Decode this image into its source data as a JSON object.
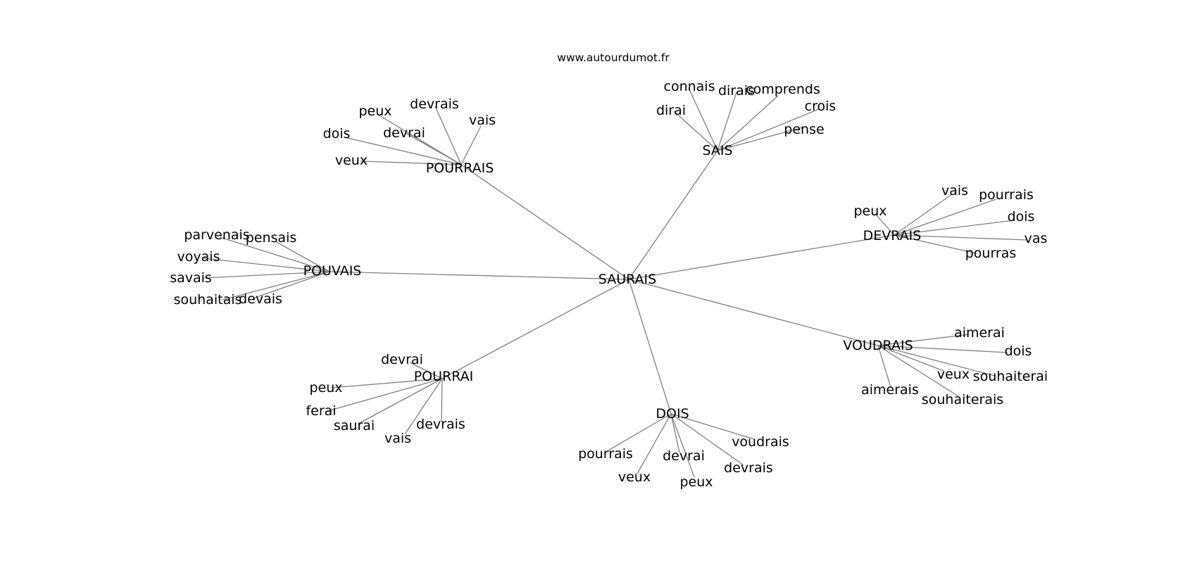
{
  "site": "www.autourdumot.fr",
  "center": "SAURAIS",
  "edge_color": "#808080",
  "clusters": [
    {
      "hub": "SAIS",
      "words": [
        "connais",
        "dirais",
        "comprends",
        "dirai",
        "crois",
        "pense"
      ]
    },
    {
      "hub": "POURRAIS",
      "words": [
        "peux",
        "devrais",
        "vais",
        "dois",
        "devrai",
        "veux"
      ]
    },
    {
      "hub": "DEVRAIS",
      "words": [
        "vais",
        "pourrais",
        "peux",
        "dois",
        "vas",
        "pourras"
      ]
    },
    {
      "hub": "POUVAIS",
      "words": [
        "parvenais",
        "pensais",
        "voyais",
        "savais",
        "souhaitais",
        "devais"
      ]
    },
    {
      "hub": "VOUDRAIS",
      "words": [
        "aimerai",
        "dois",
        "veux",
        "souhaiterai",
        "aimerais",
        "souhaiterais"
      ]
    },
    {
      "hub": "POURRAI",
      "words": [
        "devrai",
        "peux",
        "ferai",
        "saurai",
        "vais",
        "devrais"
      ]
    },
    {
      "hub": "DOIS",
      "words": [
        "voudrais",
        "pourrais",
        "devrai",
        "devrais",
        "veux",
        "peux"
      ]
    }
  ]
}
